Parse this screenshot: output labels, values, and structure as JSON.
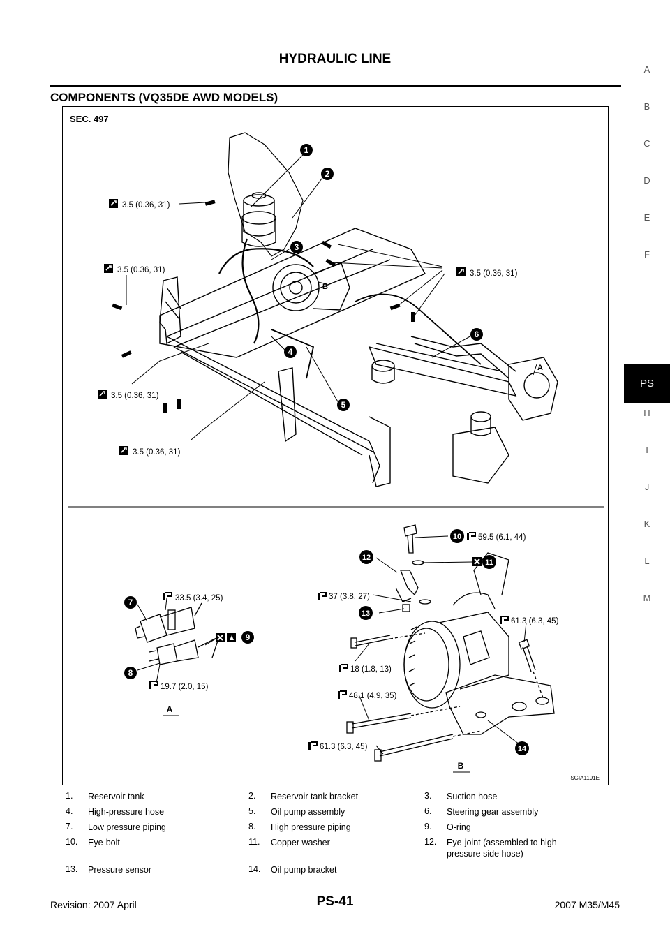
{
  "header": {
    "title": "HYDRAULIC LINE"
  },
  "section": {
    "title": "COMPONENTS (VQ35DE AWD MODELS)"
  },
  "side_tabs": [
    "A",
    "B",
    "C",
    "D",
    "E",
    "F",
    "PS",
    "H",
    "I",
    "J",
    "K",
    "L",
    "M"
  ],
  "side_tab_active": "PS",
  "figure": {
    "sec": "SEC. 497",
    "code": "SGIA1191E",
    "view_a": "A",
    "view_b": "B",
    "torques": {
      "t1": "3.5 (0.36, 31)",
      "t2": "3.5 (0.36, 31)",
      "t3": "3.5 (0.36, 31)",
      "t4": "3.5 (0.36, 31)",
      "t5": "3.5 (0.36, 31)",
      "t6": "59.5 (6.1, 44)",
      "t7": "33.5 (3.4, 25)",
      "t8": "37 (3.8, 27)",
      "t9": "61.3 (6.3, 45)",
      "t10": "18 (1.8, 13)",
      "t11": "19.7 (2.0, 15)",
      "t12": "48.1 (4.9, 35)",
      "t13": "61.3 (6.3, 45)"
    },
    "callouts": [
      "1",
      "2",
      "3",
      "4",
      "5",
      "6",
      "7",
      "8",
      "9",
      "10",
      "11",
      "12",
      "13",
      "14"
    ],
    "marks": {
      "a": "A",
      "b": "B"
    }
  },
  "legend": [
    {
      "num": "1.",
      "text": "Reservoir tank"
    },
    {
      "num": "2.",
      "text": "Reservoir tank bracket"
    },
    {
      "num": "3.",
      "text": "Suction hose"
    },
    {
      "num": "4.",
      "text": "High-pressure hose"
    },
    {
      "num": "5.",
      "text": "Oil pump assembly"
    },
    {
      "num": "6.",
      "text": "Steering gear assembly"
    },
    {
      "num": "7.",
      "text": "Low pressure piping"
    },
    {
      "num": "8.",
      "text": "High pressure piping"
    },
    {
      "num": "9.",
      "text": "O-ring"
    },
    {
      "num": "10.",
      "text": "Eye-bolt"
    },
    {
      "num": "11.",
      "text": "Copper washer"
    },
    {
      "num": "12.",
      "text": "Eye-joint (assembled to high-pressure side hose)"
    },
    {
      "num": "13.",
      "text": "Pressure sensor"
    },
    {
      "num": "14.",
      "text": "Oil pump bracket"
    }
  ],
  "footer": {
    "left": "Revision: 2007 April",
    "center": "PS-41",
    "right": "2007 M35/M45"
  }
}
